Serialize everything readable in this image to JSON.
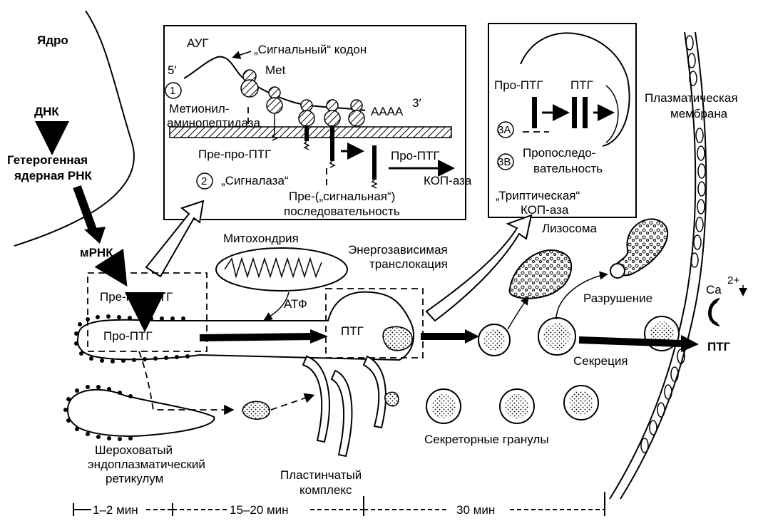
{
  "labels": {
    "nucleus": "Ядро",
    "dna": "ДНК",
    "hetero_rna_1": "Гетерогенная",
    "hetero_rna_2": "ядерная РНК",
    "mrna": "мРНК",
    "aug": "АУГ",
    "signal_codon": "„Сигнальный“ кодон",
    "five_prime": "5′",
    "met": "Met",
    "met_ap_1": "Метионил-",
    "met_ap_2": "аминопептидаза",
    "aaaa": "АААА",
    "three_prime": "3′",
    "pre_pro_ptg_box": "Пре-про-ПТГ",
    "pro_ptg_box": "Про-ПТГ",
    "signalase": "„Сигналаза“",
    "pre_seq_1": "Пре-(„сигнальная“)",
    "pre_seq_2": "последовательность",
    "kop_aza_1": "КОП-аза",
    "pro_ptg_right": "Про-ПТГ",
    "ptg_right": "ПТГ",
    "prosequence_1": "Пропоследо-",
    "prosequence_2": "вательность",
    "tryptic_1": "„Триптическая“",
    "tryptic_2": "КОП-аза",
    "plasma_membrane_1": "Плазматическая",
    "plasma_membrane_2": "мембрана",
    "mitochondria": "Митохондрия",
    "energy_1": "Энергозависимая",
    "energy_2": "транслокация",
    "lysosome": "Лизосома",
    "ca": "Ca",
    "ca_sup": "2+",
    "destruction": "Разрушение",
    "pre_pro_ptg_er": "Пре-про-ПТГ",
    "pro_ptg_er": "Про-ПТГ",
    "atp": "АТФ",
    "ptg_golgi": "ПТГ",
    "ptg_out": "ПТГ",
    "secretion": "Секреция",
    "granules": "Секреторные гранулы",
    "rer_1": "Шероховатый",
    "rer_2": "эндоплазматический",
    "rer_3": "ретикулум",
    "golgi_1": "Пластинчатый",
    "golgi_2": "комплекс",
    "time_1": "1–2 мин",
    "time_2": "15–20 мин",
    "time_3": "30 мин",
    "step_1": "1",
    "step_2": "2",
    "step_3a": "3А",
    "step_3b": "3B"
  }
}
